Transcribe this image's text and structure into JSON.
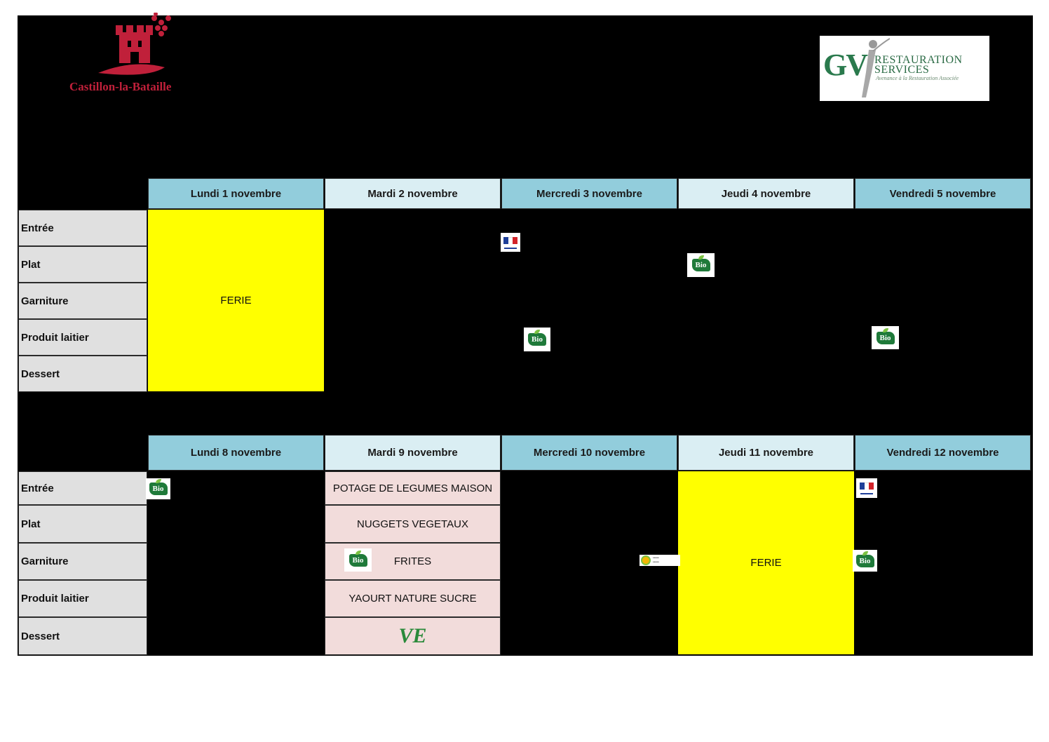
{
  "logos": {
    "town": "Castillon-la-Bataille",
    "caterer": {
      "mark": "GV",
      "line1": "RESTAURATION",
      "line2": "SERVICES",
      "tagline": "Avenance à la Restauration Associée"
    }
  },
  "row_labels": [
    "Entrée",
    "Plat",
    "Garniture",
    "Produit laitier",
    "Dessert"
  ],
  "week1": {
    "days": [
      "Lundi 1 novembre",
      "Mardi 2 novembre",
      "Mercredi 3 novembre",
      "Jeudi 4 novembre",
      "Vendredi 5 novembre"
    ],
    "holiday": "FERIE"
  },
  "week2": {
    "days": [
      "Lundi 8 novembre",
      "Mardi 9 novembre",
      "Mercredi 10 novembre",
      "Jeudi 11 novembre",
      "Vendredi 12 novembre"
    ],
    "tuesday": [
      "POTAGE DE LEGUMES MAISON",
      "NUGGETS VEGETAUX",
      "FRITES",
      "YAOURT NATURE SUCRE"
    ],
    "holiday": "FERIE"
  },
  "badges": {
    "bio": "Bio",
    "ve": "VE"
  },
  "colors": {
    "header_dark": "#92cddc",
    "header_light": "#daeef3",
    "holiday": "#ffff00",
    "menu_cell": "#f2dcdb",
    "label_cell": "#e0e0e0",
    "town_red": "#c0203a",
    "bio_green": "#1f7a3a"
  }
}
